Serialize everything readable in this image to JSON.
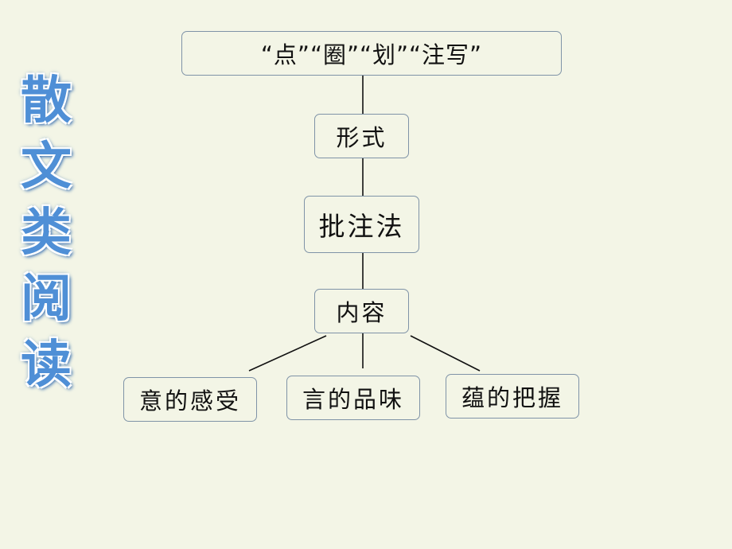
{
  "sidebar": {
    "title_chars": [
      "散",
      "文",
      "类",
      "阅",
      "读"
    ]
  },
  "diagram": {
    "top_node": "“点”“圈”“划”“注写”",
    "form_node": "形式",
    "method_node": "批注法",
    "content_node": "内容",
    "child_nodes": [
      "意的感受",
      "言的品味",
      "蕴的把握"
    ]
  },
  "colors": {
    "background": "#f3f5e6",
    "box_border": "#7f93a7",
    "title_blue": "#4f8fd6",
    "line": "#111111"
  }
}
